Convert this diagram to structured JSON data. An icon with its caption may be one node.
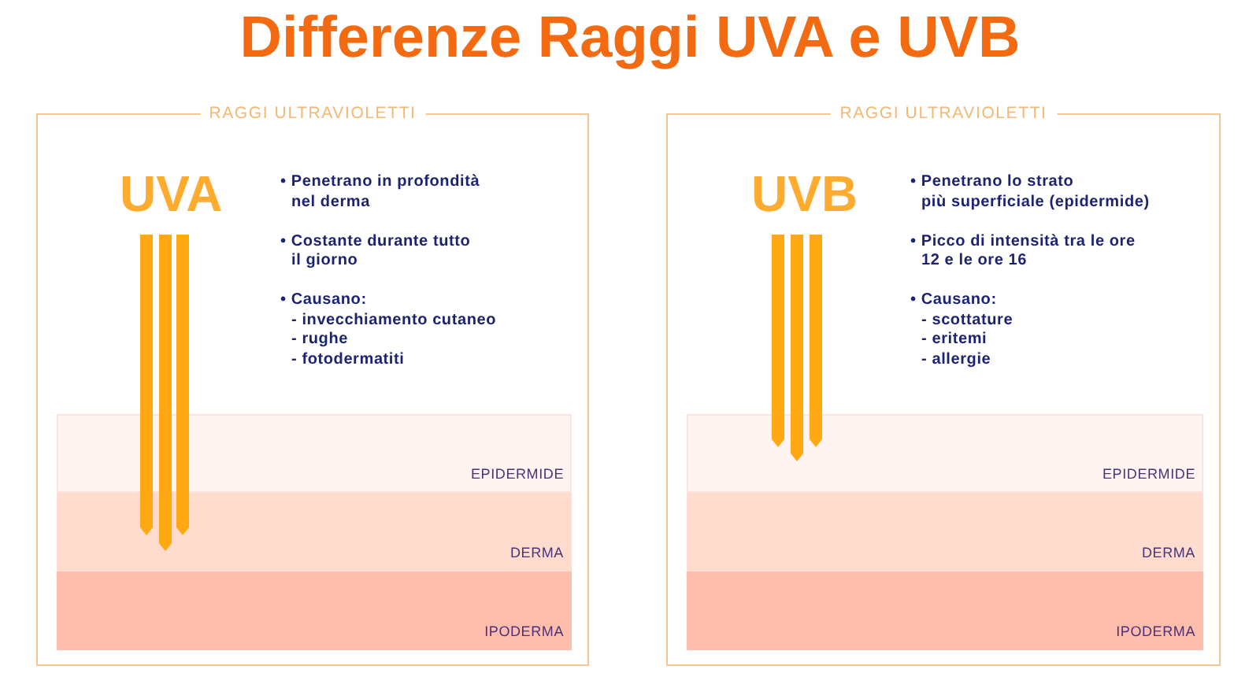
{
  "diagram": {
    "title": "Differenze Raggi UVA e UVB",
    "nodes": [
      {
        "text": [
          "RAGGI ULTRAVIOLETTI",
          "UVA",
          "• Penetrano in profondità nel derma",
          "• Costante durante tutto il giorno",
          "• Causano:",
          "- invecchiamento cutaneo",
          "- rughe",
          "- fotodermatiti"
        ]
      },
      {
        "text": [
          "EPIDERMIDE"
        ],
        "in": 0
      },
      {
        "text": [
          "DERMA"
        ],
        "in": 0
      },
      {
        "text": [
          "IPODERMA"
        ],
        "in": 0
      },
      {
        "text": [
          "RAGGI ULTRAVIOLETTI",
          "UVB",
          "• Penetrano lo strato più superficiale (epidermide)",
          "• Picco di intensità tra le ore 12 e le ore 16",
          "• Causano:",
          "- scottature",
          "- eritemi",
          "- allergie"
        ]
      },
      {
        "text": [
          "EPIDERMIDE"
        ],
        "in": 4
      },
      {
        "text": [
          "DERMA"
        ],
        "in": 4
      },
      {
        "text": [
          "IPODERMA"
        ],
        "in": 4
      }
    ]
  }
}
